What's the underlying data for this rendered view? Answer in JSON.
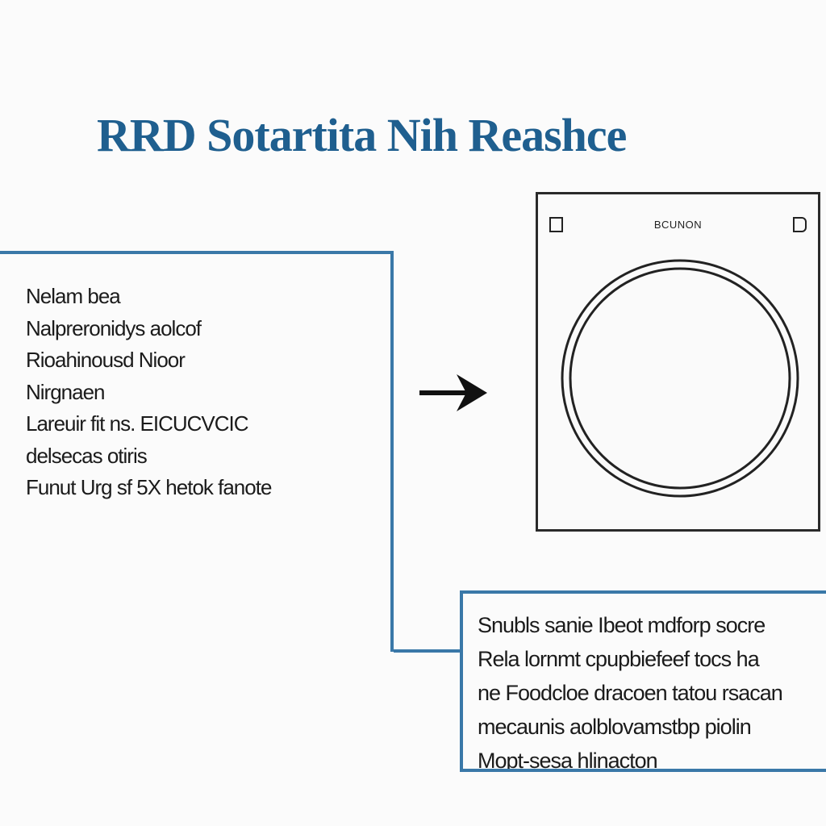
{
  "title": "RRD Sotartita Nih Reashce",
  "left_panel": {
    "lines": [
      "Nelam bea",
      "Nalpreronidys aolcof",
      "Rioahinousd Nioor",
      "Nirgnaen",
      "Lareuir fit ns. EICUCVCIC",
      "delsecas otiris",
      "Funut Urg sf 5X hetok fanote"
    ]
  },
  "device": {
    "label": "BCUNON"
  },
  "right_panel": {
    "lines": [
      "Snubls sanie Ibeot mdforp socre",
      "Rela lornmt cpupbiefeef tocs ha",
      "ne Foodcloe dracoen tatou rsacan",
      "mecaunis aolblovamstbp piolin",
      "Mopt-sesa hlinacton"
    ]
  },
  "colors": {
    "accent": "#3a78a8",
    "title": "#1f5f8f",
    "ink": "#1b1b1b"
  },
  "icons": {
    "arrow": "right-arrow-icon",
    "ring": "ring-icon"
  }
}
